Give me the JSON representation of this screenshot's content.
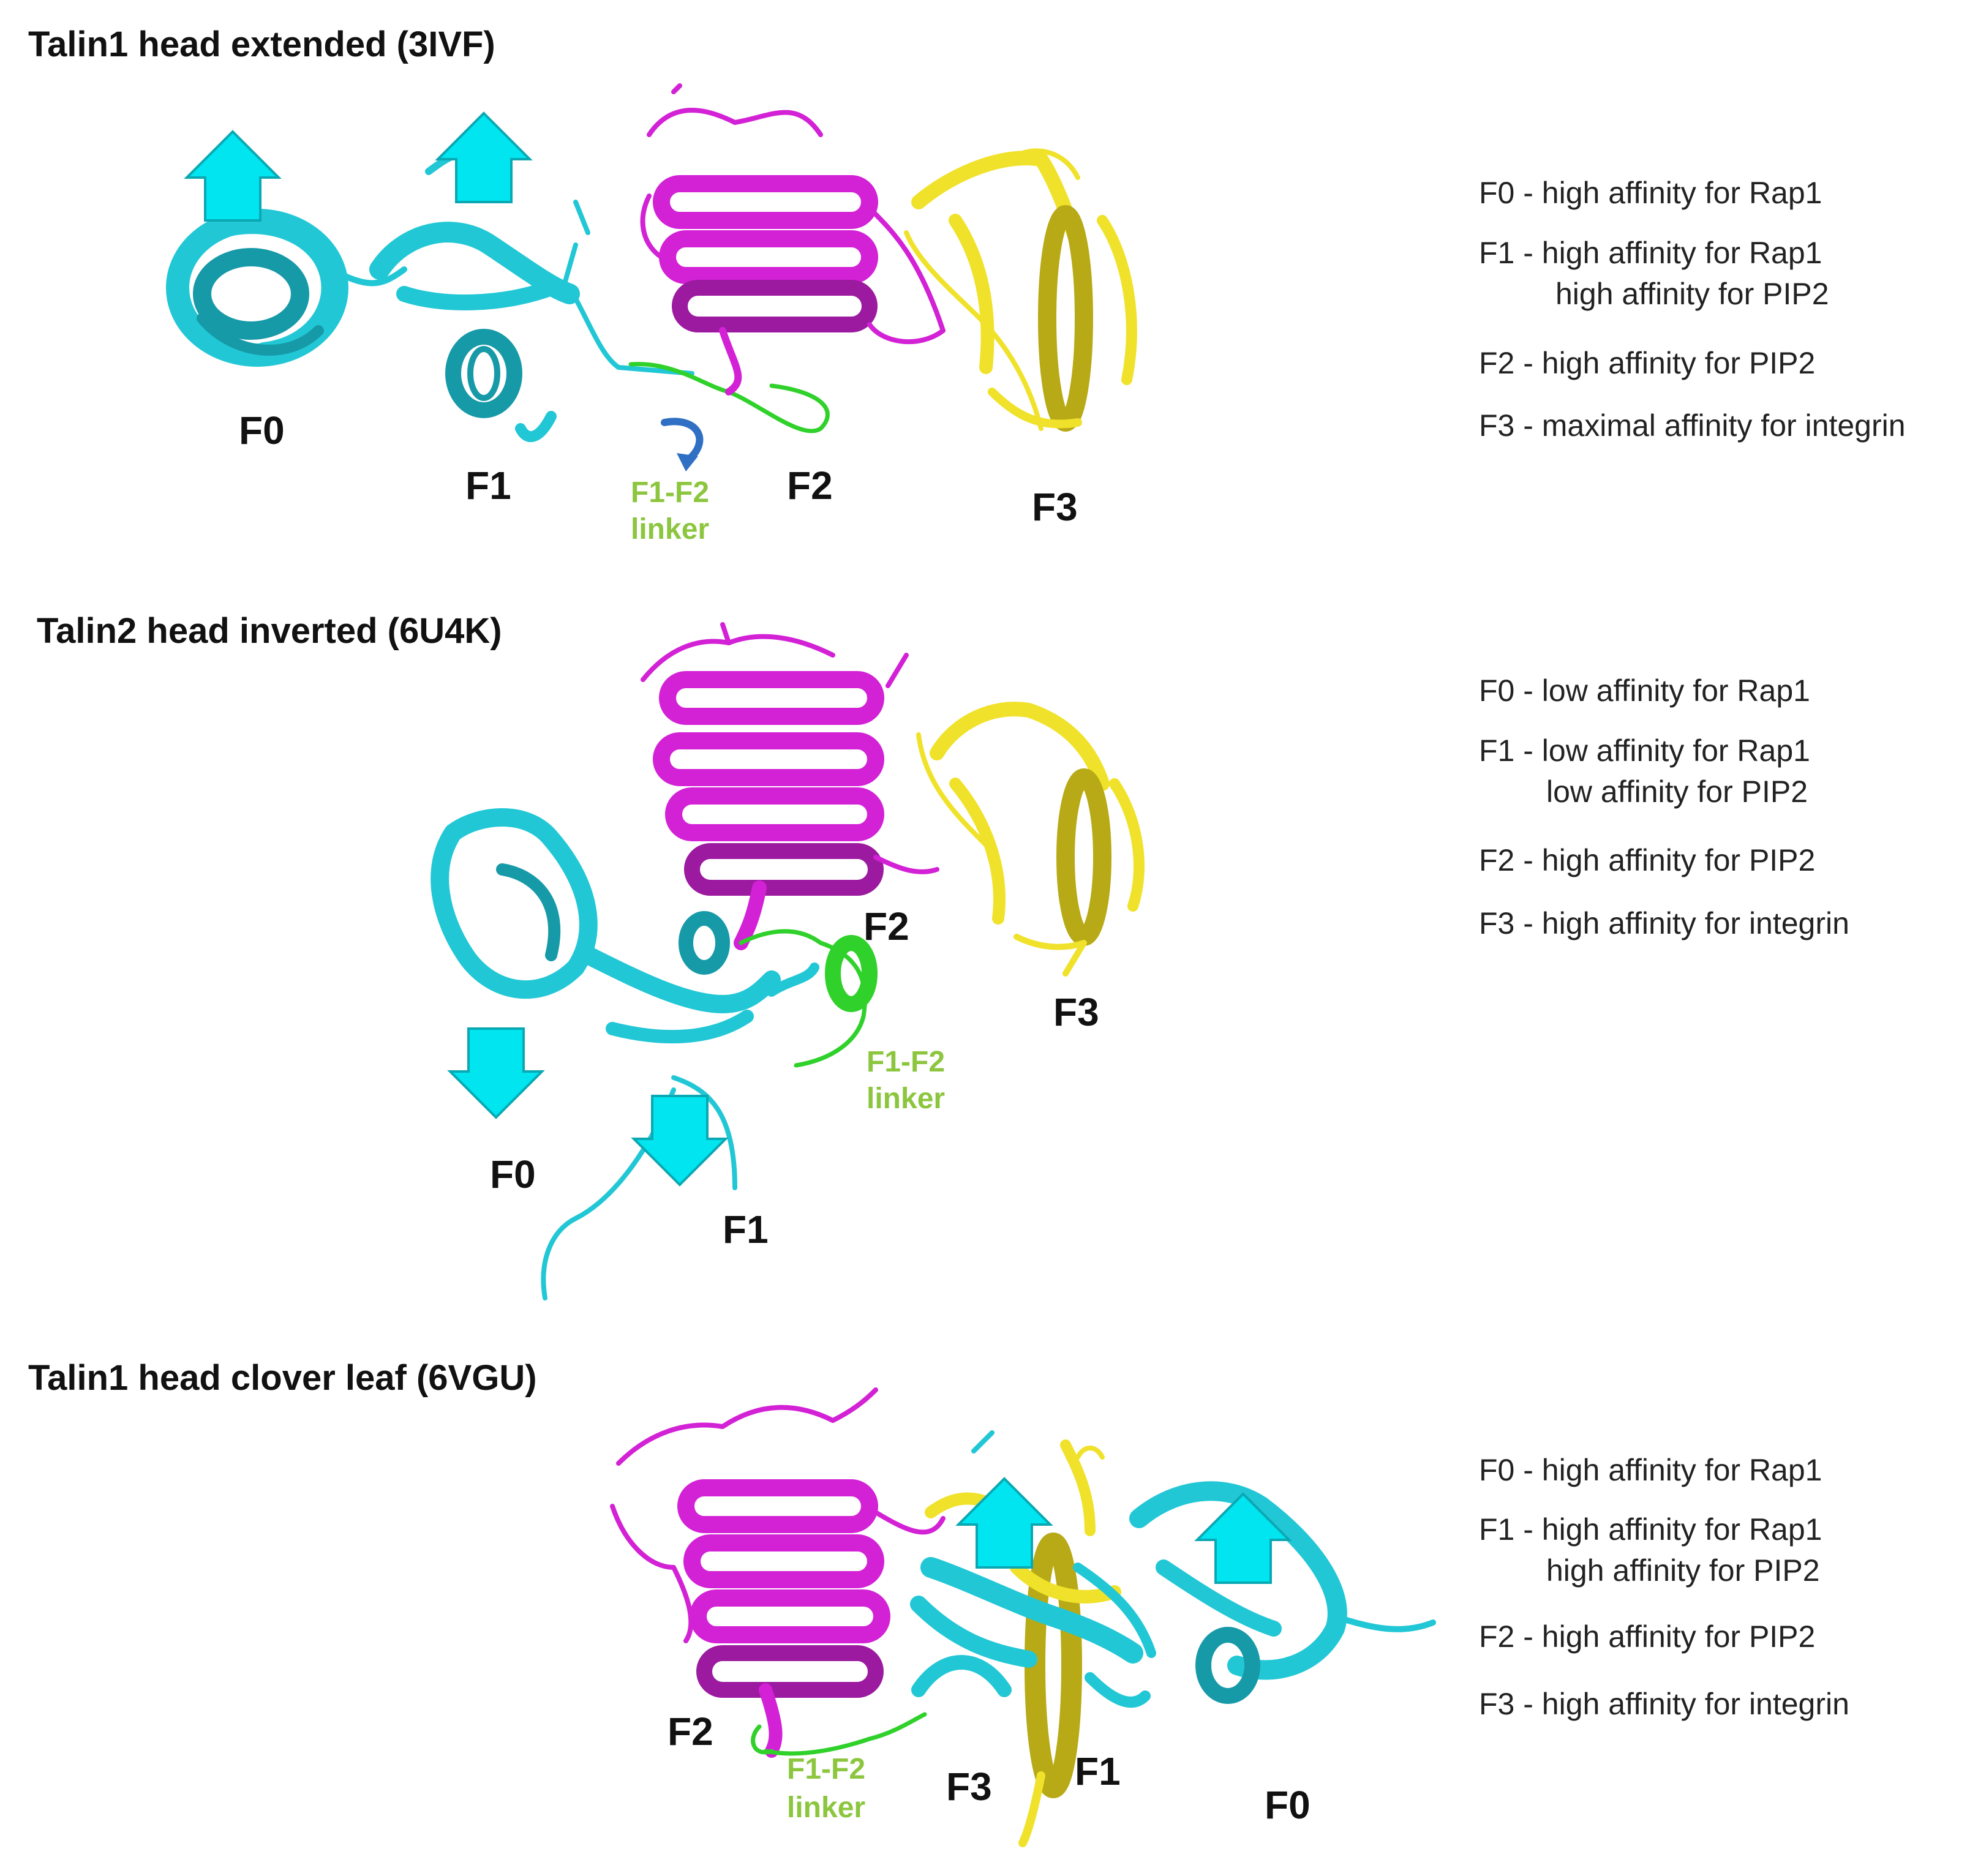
{
  "panels": [
    {
      "title": "Talin1 head extended (3IVF)",
      "domains": {
        "f0": "F0",
        "f1": "F1",
        "f2": "F2",
        "f3": "F3"
      },
      "linker": {
        "line1": "F1-F2",
        "line2": "linker"
      },
      "descriptions": [
        "F0 - high affinity for Rap1",
        "F1 - high affinity for Rap1",
        "high affinity for PIP2",
        "F2 - high affinity for PIP2",
        "F3 - maximal affinity for integrin"
      ]
    },
    {
      "title": "Talin2 head inverted (6U4K)",
      "domains": {
        "f0": "F0",
        "f1": "F1",
        "f2": "F2",
        "f3": "F3"
      },
      "linker": {
        "line1": "F1-F2",
        "line2": "linker"
      },
      "descriptions": [
        "F0 - low affinity for Rap1",
        "F1 - low affinity for Rap1",
        "low affinity for PIP2",
        "F2 - high affinity for PIP2",
        "F3 - high affinity for integrin"
      ]
    },
    {
      "title": "Talin1 head clover leaf (6VGU)",
      "domains": {
        "f0": "F0",
        "f1": "F1",
        "f2": "F2",
        "f3": "F3"
      },
      "linker": {
        "line1": "F1-F2",
        "line2": "linker"
      },
      "descriptions": [
        "F0 - high affinity for Rap1",
        "F1 - high affinity for Rap1",
        "high affinity for PIP2",
        "F2 - high affinity for PIP2",
        "F3 - high affinity for integrin"
      ]
    }
  ],
  "colors": {
    "f0_f1": "#22c7d6",
    "f2": "#d321d6",
    "f3": "#f0e22a",
    "linker": "#2fd12a",
    "linker_label": "#8cc63f",
    "arrow": "#00e5f0"
  }
}
